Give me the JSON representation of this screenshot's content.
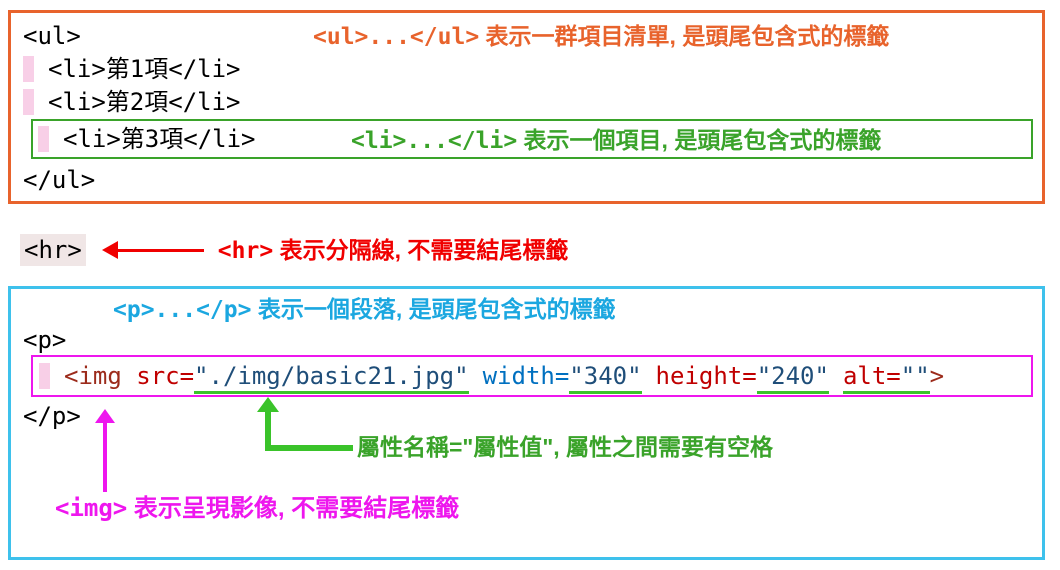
{
  "colors": {
    "orange": "#E8632C",
    "green": "#3AA32A",
    "green_bright": "#3AC32A",
    "red": "#F00000",
    "cyan_border": "#3EC1EC",
    "blue": "#1BA7E0",
    "magenta": "#EE16EE",
    "code_tag": "#9C2B1B",
    "code_attr_red": "#C00000",
    "code_attr_blue": "#0070C0",
    "code_value": "#1F4E79",
    "highlight_pink": "#F8CFE7"
  },
  "ul_section": {
    "lines": {
      "open": "<ul>",
      "item1": "<li>第1項</li>",
      "item2": "<li>第2項</li>",
      "item3": "<li>第3項</li>",
      "close": "</ul>"
    },
    "ul_annotation": {
      "tag": "<ul>...</ul>",
      "text": " 表示一群項目清單, 是頭尾包含式的標籤"
    },
    "li_annotation": {
      "tag": "<li>...</li>",
      "text": " 表示一個項目, 是頭尾包含式的標籤"
    }
  },
  "hr_section": {
    "code": "<hr>",
    "annotation": {
      "tag": "<hr>",
      "text": " 表示分隔線, 不需要結尾標籤"
    }
  },
  "p_section": {
    "p_annotation": {
      "tag": "<p>...</p>",
      "text": " 表示一個段落, 是頭尾包含式的標籤"
    },
    "code_open": "<p>",
    "code_close": "</p>",
    "img_line": {
      "tag_open": "<img ",
      "attr_src": "src=",
      "val_src": "\"./img/basic21.jpg\"",
      "attr_width": "width=",
      "val_width": "\"340\"",
      "attr_height": "height=",
      "val_height": "\"240\"",
      "attr_alt": "alt=",
      "val_alt": "\"\"",
      "tag_close": ">"
    },
    "attr_annotation": "屬性名稱=\"屬性值\", 屬性之間需要有空格",
    "img_annotation": {
      "tag": "<img>",
      "text": " 表示呈現影像, 不需要結尾標籤"
    }
  }
}
